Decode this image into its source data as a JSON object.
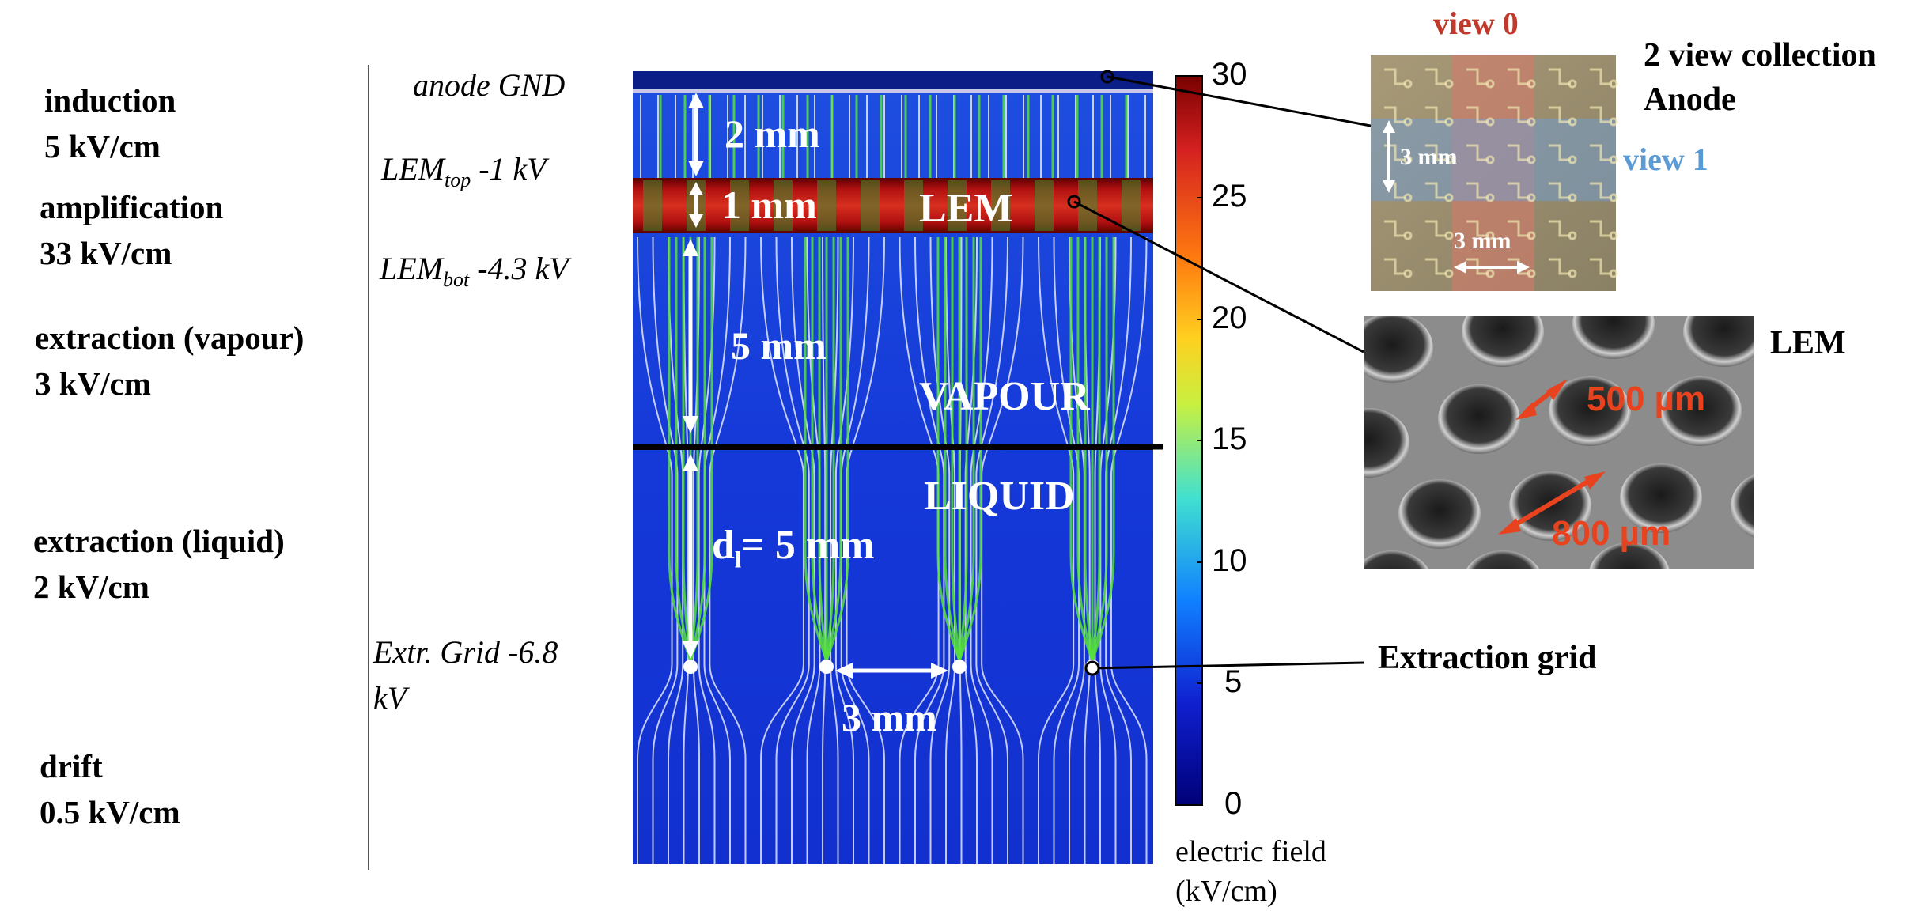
{
  "left_regions": [
    {
      "name": "induction",
      "field": "5 kV/cm"
    },
    {
      "name": "amplification",
      "field": "33 kV/cm"
    },
    {
      "name": "extraction (vapour)",
      "field": "3 kV/cm"
    },
    {
      "name": "extraction (liquid)",
      "field": "2 kV/cm"
    },
    {
      "name": "drift",
      "field": "0.5 kV/cm"
    }
  ],
  "voltage_labels": {
    "anode": "anode GND",
    "lem_top_main": "LEM",
    "lem_top_sub": "top",
    "lem_top_value": " -1 kV",
    "lem_bot_main": "LEM",
    "lem_bot_sub": "bot",
    "lem_bot_value": " -4.3 kV",
    "grid_line1": "Extr. Grid -6.8",
    "grid_line2": "kV"
  },
  "simulation_labels": {
    "gap_2mm": "2 mm",
    "gap_1mm": "1 mm",
    "lem": "LEM",
    "gap_5mm": "5 mm",
    "vapour": "VAPOUR",
    "liquid": "LIQUID",
    "dl_main": "d",
    "dl_sub": "l",
    "dl_rest": "= 5 mm",
    "pitch_3mm": "3 mm"
  },
  "colorbar": {
    "ticks": [
      "30",
      "25",
      "20",
      "15",
      "10",
      "5",
      "0"
    ],
    "title_line1": "electric field",
    "title_line2": "(kV/cm)",
    "colors": [
      "#7a0000",
      "#d42020",
      "#ff7a10",
      "#ffd020",
      "#c8f040",
      "#40e0d0",
      "#1080ff",
      "#1020d0",
      "#000078"
    ]
  },
  "anode_panel": {
    "view0": "view 0",
    "view1": "view 1",
    "title_line1": "2 view collection",
    "title_line2": "Anode",
    "dim_vertical": "3 mm",
    "dim_horizontal": "3 mm",
    "view0_color": "#c0392b",
    "view1_color": "#5b9bd5"
  },
  "lem_panel": {
    "title": "LEM",
    "dim_500": "500 µm",
    "dim_800": "800 µm",
    "accent": "#e8431e"
  },
  "extraction_grid_label": "Extraction grid"
}
